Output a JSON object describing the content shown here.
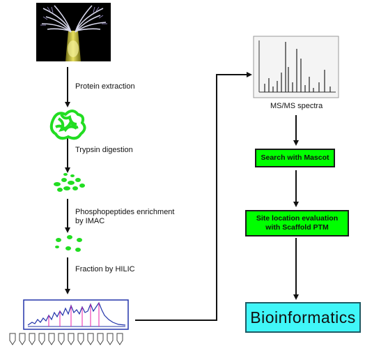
{
  "workflow": {
    "steps_left": [
      "Protein extraction",
      "Trypsin digestion",
      "Phosphopeptides enrichment",
      "by IMAC",
      "Fraction by HILIC"
    ],
    "spectra_caption": "MS/MS spectra",
    "search_box": "Search with Mascot",
    "site_box_line1": "Site location evaluation",
    "site_box_line2": "with Scaffold PTM",
    "bioinformatics_box": "Bioinformatics"
  },
  "colors": {
    "process_box": "#00ff00",
    "bioinformatics_box": "#40f6f8",
    "protein_blobs": "#22dd22",
    "arrows": "#111111"
  }
}
